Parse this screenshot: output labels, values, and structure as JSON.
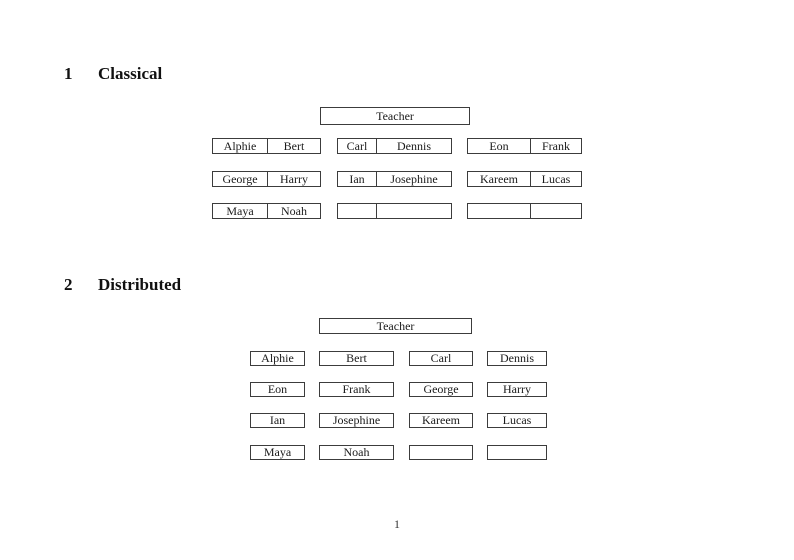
{
  "document": {
    "page_number": "1",
    "sections": {
      "classical": {
        "number": "1",
        "title": "Classical",
        "teacher_label": "Teacher",
        "desks": [
          {
            "seats": [
              "Alphie",
              "Bert"
            ]
          },
          {
            "seats": [
              "Carl",
              "Dennis"
            ]
          },
          {
            "seats": [
              "Eon",
              "Frank"
            ]
          },
          {
            "seats": [
              "George",
              "Harry"
            ]
          },
          {
            "seats": [
              "Ian",
              "Josephine"
            ]
          },
          {
            "seats": [
              "Kareem",
              "Lucas"
            ]
          },
          {
            "seats": [
              "Maya",
              "Noah"
            ]
          },
          {
            "seats": [
              "",
              ""
            ]
          },
          {
            "seats": [
              "",
              ""
            ]
          }
        ]
      },
      "distributed": {
        "number": "2",
        "title": "Distributed",
        "teacher_label": "Teacher",
        "desks": [
          "Alphie",
          "Bert",
          "Carl",
          "Dennis",
          "Eon",
          "Frank",
          "George",
          "Harry",
          "Ian",
          "Josephine",
          "Kareem",
          "Lucas",
          "Maya",
          "Noah",
          "",
          ""
        ]
      }
    }
  }
}
